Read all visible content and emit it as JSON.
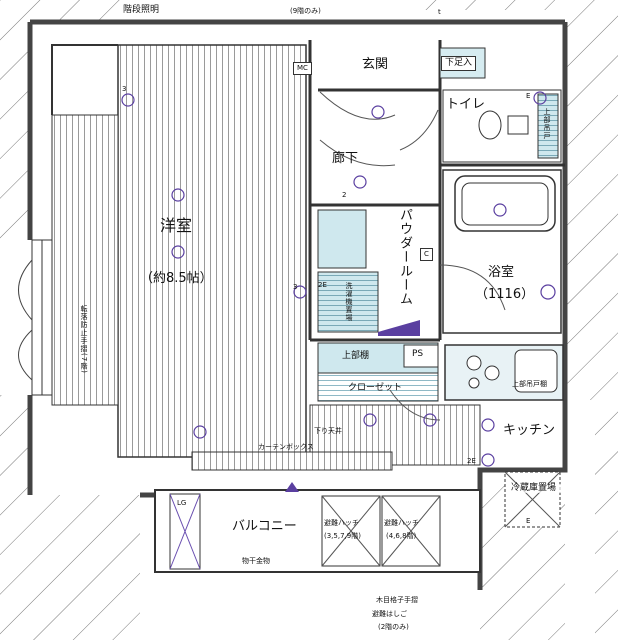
{
  "rooms": {
    "western_room": {
      "name": "洋室",
      "size": "（約8.5帖）"
    },
    "entrance": "玄関",
    "shoe_step": "下足入",
    "toilet": "トイレ",
    "corridor": "廊下",
    "powder_room": "パウダールーム",
    "bathroom": {
      "name": "浴室",
      "size": "（1116）"
    },
    "laundry": "洗濯機置場",
    "kitchen": "キッチン",
    "fridge": "冷蔵庫置場",
    "balcony": "バルコニー",
    "closet": "クローゼット",
    "upper_shelf": "上部棚",
    "ps": "PS"
  },
  "notes": {
    "stair_light": "階段照明",
    "floor_note": "(9階のみ)",
    "mc": "MC",
    "upper_cabinet_toilet": "上部吊戸",
    "upper_cabinet_kitchen": "上部吊戸棚",
    "c_mark": "C",
    "fall_rail": "転落防止手摺(7階)",
    "curtain_box": "カーテンボックス",
    "ceiling_drop": "下り天井",
    "hatch_1": "避難ハッチ",
    "hatch_1_floors": "(3,5,7,9階)",
    "hatch_2": "避難ハッチ",
    "hatch_2_floors": "(4,6,8階)",
    "dry_hardware": "物干金物",
    "lattice_rail": "木目格子手摺",
    "escape_ladder": "避難はしご",
    "ladder_floors": "(2階のみ)",
    "lg": "LG",
    "e1": "E",
    "e2": "E",
    "e3": "2E",
    "e4": "2E",
    "n3a": "3",
    "n3b": "3",
    "n2": "2",
    "circle_t": "t"
  }
}
